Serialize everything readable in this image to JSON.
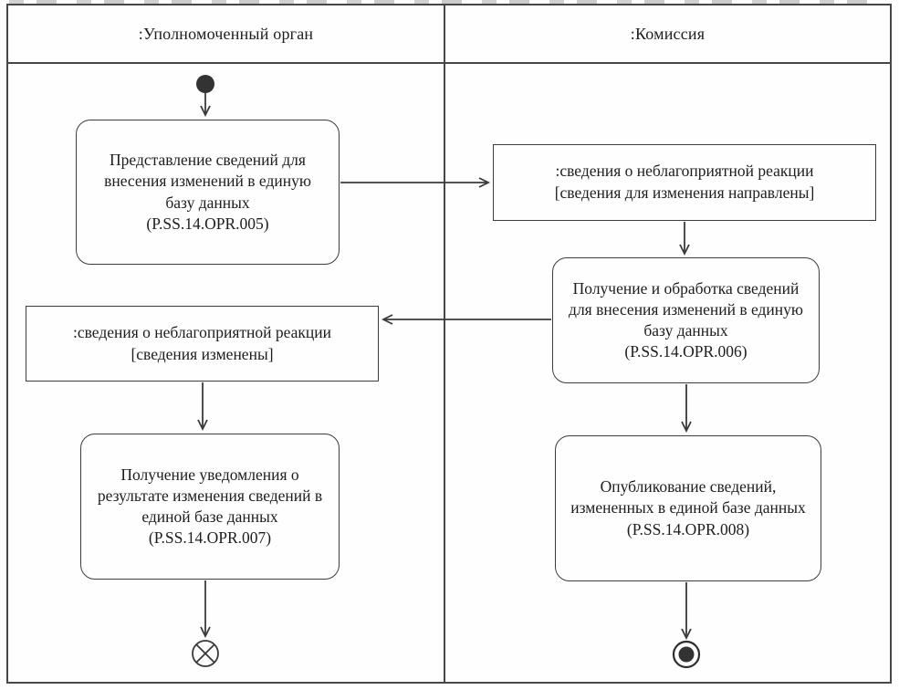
{
  "lanes": [
    {
      "label": ":Уполномоченный орган"
    },
    {
      "label": ":Комиссия"
    }
  ],
  "activities": [
    {
      "id": "opr005",
      "title": "Представление сведений для внесения изменений в единую базу данных",
      "code": "(P.SS.14.OPR.005)"
    },
    {
      "id": "opr006",
      "title": "Получение и обработка сведений для внесения изменений в единую базу данных",
      "code": "(P.SS.14.OPR.006)"
    },
    {
      "id": "opr007",
      "title": "Получение уведомления о результате изменения сведений в единой базе данных",
      "code": "(P.SS.14.OPR.007)"
    },
    {
      "id": "opr008",
      "title": "Опубликование сведений, измененных в единой базе данных",
      "code": "(P.SS.14.OPR.008)"
    }
  ],
  "objects": [
    {
      "id": "obj1",
      "name": ":сведения о неблагоприятной реакции",
      "state": "[сведения для изменения направлены]"
    },
    {
      "id": "obj2",
      "name": ":сведения о неблагоприятной реакции",
      "state": "[сведения изменены]"
    }
  ],
  "nodes": {
    "initial": "initial-node",
    "flow_final": "flow-final-node",
    "activity_final": "activity-final-node"
  },
  "colors": {
    "line": "#3a3a3a",
    "text": "#1d1d1d",
    "background": "#fefefe",
    "node_fill": "#333333"
  }
}
